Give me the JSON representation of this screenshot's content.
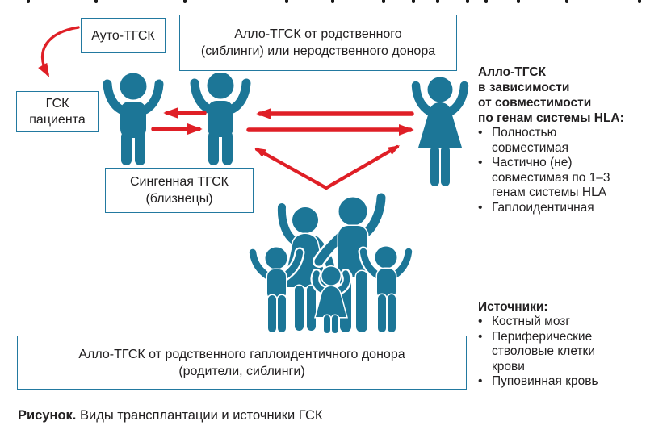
{
  "colors": {
    "teal": "#1c7697",
    "red": "#df1f26",
    "border": "#2279a0",
    "text": "#222021"
  },
  "top_artifact_x": [
    33,
    117,
    227,
    353,
    410,
    473,
    510,
    540,
    577,
    600,
    640,
    700,
    790
  ],
  "boxes": {
    "auto": {
      "label": "Ауто-ТГСК"
    },
    "gsk_patient": {
      "lines": [
        "ГСК",
        "пациента"
      ]
    },
    "allo_related": {
      "lines": [
        "Алло-ТГСК от родственного",
        "(сиблинги) или неродственного донора"
      ]
    },
    "syngeneic": {
      "lines": [
        "Сингенная ТГСК",
        "(близнецы)"
      ]
    },
    "haplo": {
      "lines": [
        "Алло-ТГСК от родственного гаплоидентичного донора",
        "(родители, сиблинги)"
      ]
    }
  },
  "hla_block": {
    "heading_lines": [
      "Алло-ТГСК",
      "в зависимости",
      "от совместимости",
      "по генам системы HLA:"
    ],
    "bullets": [
      {
        "lines": [
          "Полностью",
          "совместимая"
        ]
      },
      {
        "lines": [
          "Частично (не)",
          "совместимая по 1–3",
          "генам системы HLA"
        ]
      },
      {
        "lines": [
          "Гаплоидентичная"
        ]
      }
    ],
    "bullet_char": "•"
  },
  "sources_block": {
    "heading": "Источники:",
    "bullets": [
      {
        "lines": [
          "Костный мозг"
        ]
      },
      {
        "lines": [
          "Периферические",
          "стволовые клетки",
          "крови"
        ]
      },
      {
        "lines": [
          "Пуповинная кровь"
        ]
      }
    ],
    "bullet_char": "•"
  },
  "caption": {
    "bold": "Рисунок.",
    "text": " Виды трансплантации и источники ГСК"
  }
}
